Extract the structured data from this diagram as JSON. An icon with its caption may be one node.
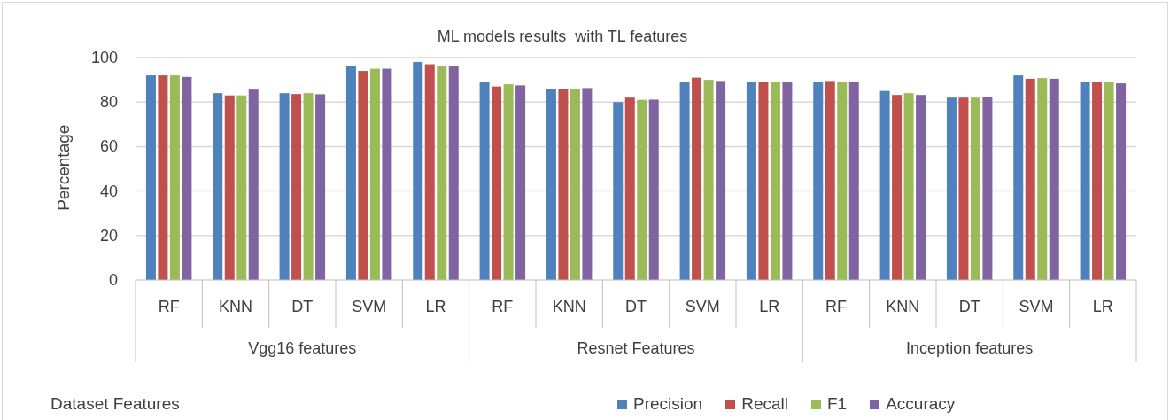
{
  "diagram": {
    "chart_data": {
      "type": "bar",
      "title": "ML models results  with TL features",
      "ylabel": "Percentage",
      "categories": [
        "RF",
        "KNN",
        "DT",
        "SVM",
        "LR",
        "RF",
        "KNN",
        "DT",
        "SVM",
        "LR",
        "RF",
        "KNN",
        "DT",
        "SVM",
        "LR"
      ],
      "series": [
        {
          "name": "Precision",
          "color": "#4f81bd",
          "values": [
            92,
            84,
            84,
            96,
            98,
            89,
            86,
            80,
            89,
            89,
            89,
            85,
            82,
            92,
            89
          ]
        },
        {
          "name": "Recall",
          "color": "#c0504d",
          "values": [
            92,
            83,
            83.6,
            94,
            97,
            87,
            86,
            82,
            91,
            89,
            89.5,
            83.2,
            82,
            90.5,
            89
          ]
        },
        {
          "name": "F1",
          "color": "#9bbb59",
          "values": [
            92,
            83,
            84,
            95,
            96,
            88,
            86,
            81,
            90,
            89,
            89,
            84,
            82,
            90.8,
            89
          ]
        },
        {
          "name": "Accuracy",
          "color": "#8064a2",
          "values": [
            91.3,
            85.6,
            83.5,
            95,
            96,
            87.5,
            86.3,
            81.1,
            89.5,
            89.1,
            89,
            83.2,
            82.3,
            90.5,
            88.4
          ]
        }
      ],
      "grid": true,
      "legend": "bottom",
      "ylim": [
        0,
        100
      ],
      "yticks": [
        0,
        20,
        40,
        60,
        80,
        100
      ]
    },
    "labels": [
      "Vgg16 features",
      "Resnet Features",
      "Inception features",
      "Dataset Features"
    ]
  }
}
